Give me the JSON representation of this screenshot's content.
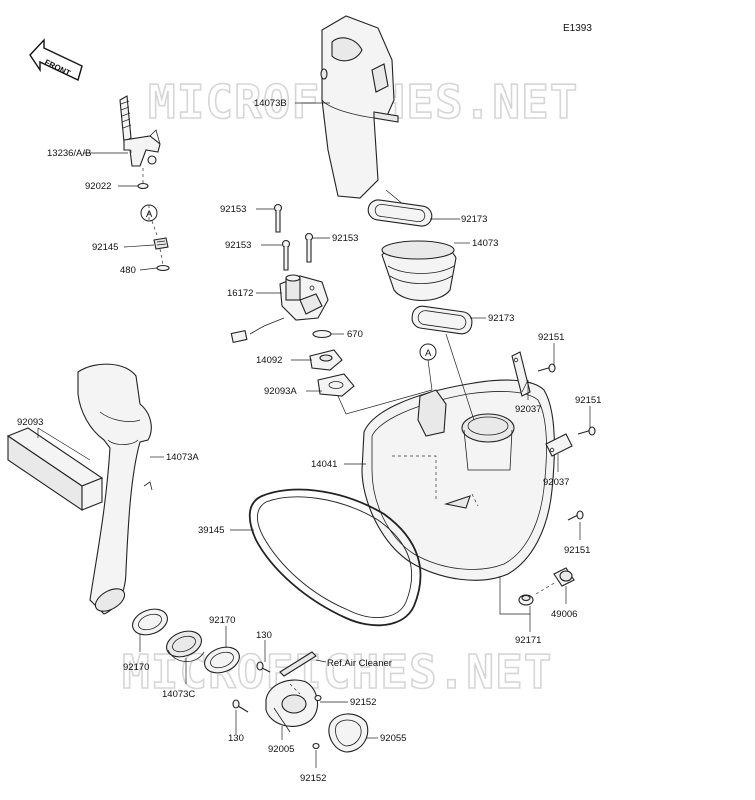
{
  "diagram_id": "E1393",
  "orientation_tag": "FRONT",
  "watermark": "MICROFICHES.NET",
  "reference_note": "Ref.Air Cleaner",
  "circle_marker": "A",
  "labels": {
    "p13236": "13236/A/B",
    "p92022": "92022",
    "p92145": "92145",
    "p480": "480",
    "p14073b": "14073B",
    "p92173a": "92173",
    "p92153a": "92153",
    "p92153b": "92153",
    "p92153c": "92153",
    "p14073": "14073",
    "p16172": "16172",
    "p92173b": "92173",
    "p670": "670",
    "p92151a": "92151",
    "p14092": "14092",
    "p92093a": "92093A",
    "p92037a": "92037",
    "p92151b": "92151",
    "p92093": "92093",
    "p14073a": "14073A",
    "p14041": "14041",
    "p92037b": "92037",
    "p39145": "39145",
    "p92151c": "92151",
    "p49006": "49006",
    "p92171": "92171",
    "p92170a": "92170",
    "p130a": "130",
    "p92170b": "92170",
    "p14073c": "14073C",
    "p92152a": "92152",
    "p130b": "130",
    "p92055": "92055",
    "p92005": "92005",
    "p92152b": "92152"
  }
}
